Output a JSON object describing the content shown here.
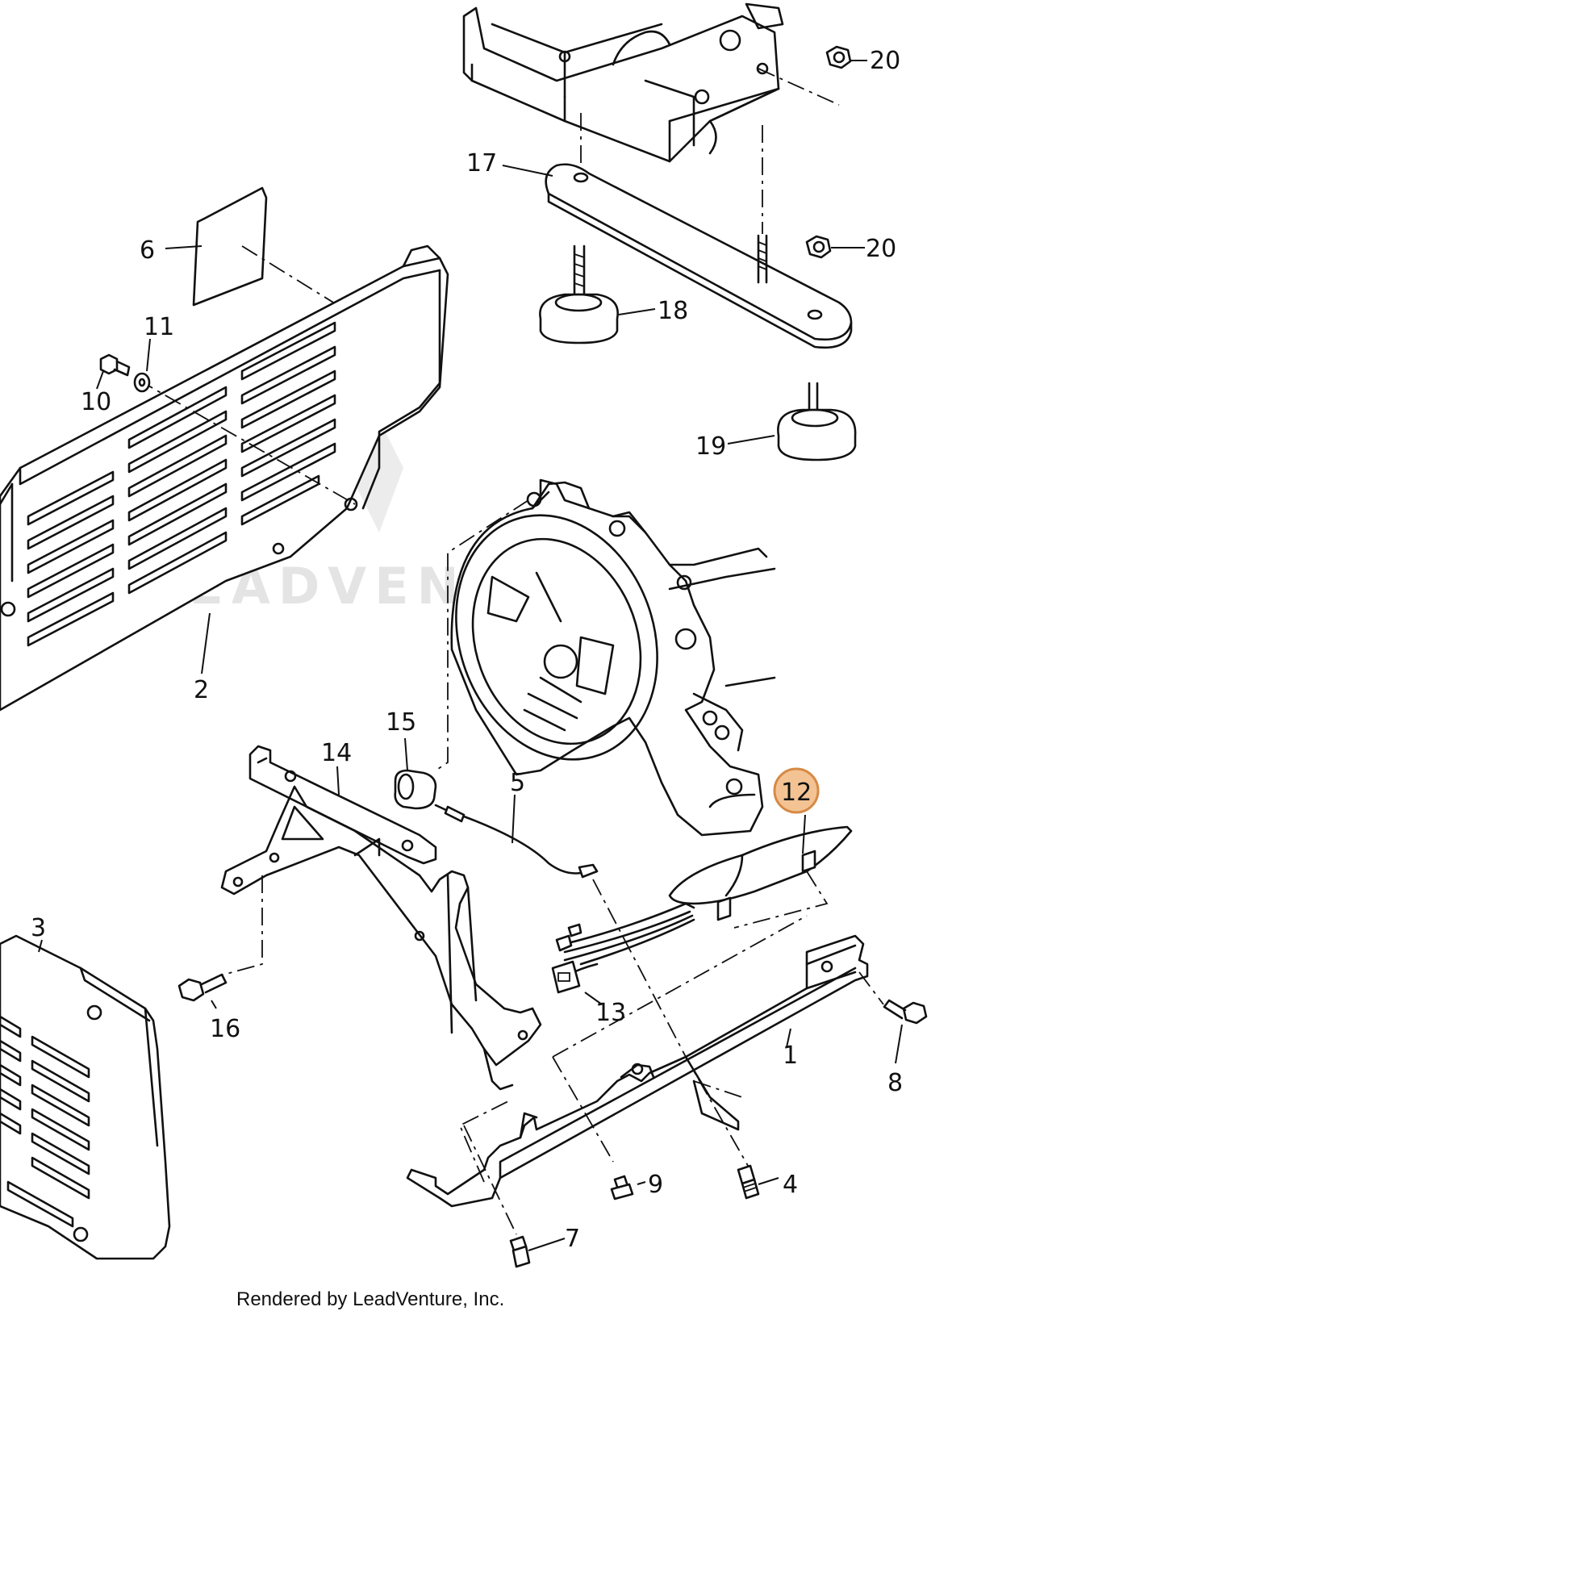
{
  "diagram": {
    "callouts": {
      "c1": "1",
      "c2": "2",
      "c3": "3",
      "c4": "4",
      "c5": "5",
      "c6": "6",
      "c7": "7",
      "c8": "8",
      "c9": "9",
      "c10": "10",
      "c11": "11",
      "c12": "12",
      "c13": "13",
      "c14": "14",
      "c15": "15",
      "c16": "16",
      "c17": "17",
      "c18": "18",
      "c19": "19",
      "c20a": "20",
      "c20b": "20"
    },
    "highlighted_callout": "12",
    "highlight_color": "#f3c393",
    "highlight_border": "#d68a45"
  },
  "watermark": {
    "text": "LEADVENTURE"
  },
  "footer": {
    "credit": "Rendered by LeadVenture, Inc."
  }
}
